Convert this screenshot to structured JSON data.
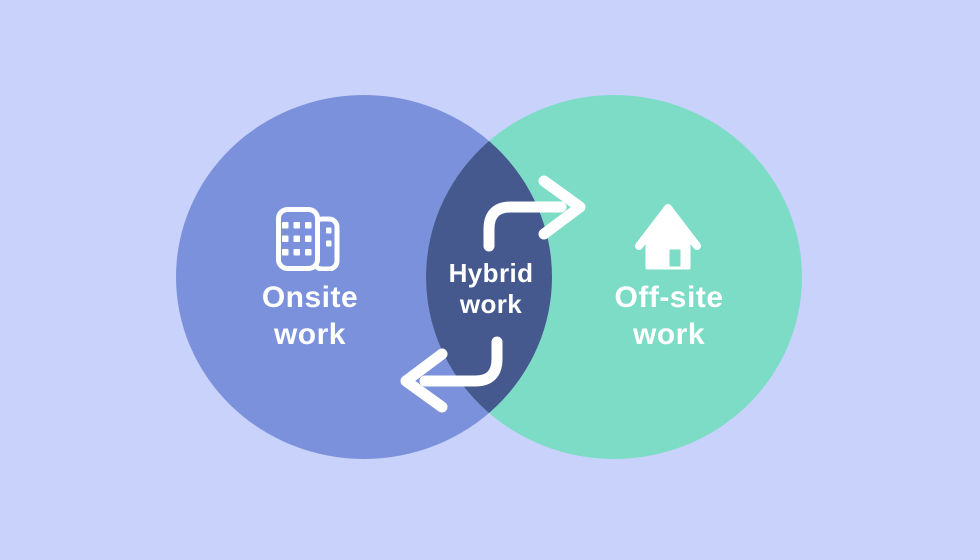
{
  "title": "Hybrid work venn diagram",
  "colors": {
    "background": "#c9d2fb",
    "left_circle": "#7b91db",
    "right_circle": "#7ddcc6",
    "overlap": "#46598f",
    "text": "#ffffff",
    "icon": "#ffffff"
  },
  "diagram": {
    "left": {
      "icon": "building-icon",
      "label_line1": "Onsite",
      "label_line2": "work"
    },
    "right": {
      "icon": "house-icon",
      "label_line1": "Off-site",
      "label_line2": "work"
    },
    "overlap": {
      "label_line1": "Hybrid",
      "label_line2": "work"
    },
    "arrows": [
      {
        "icon": "arrow-right-curved-icon",
        "direction": "right"
      },
      {
        "icon": "arrow-left-curved-icon",
        "direction": "left"
      }
    ]
  }
}
